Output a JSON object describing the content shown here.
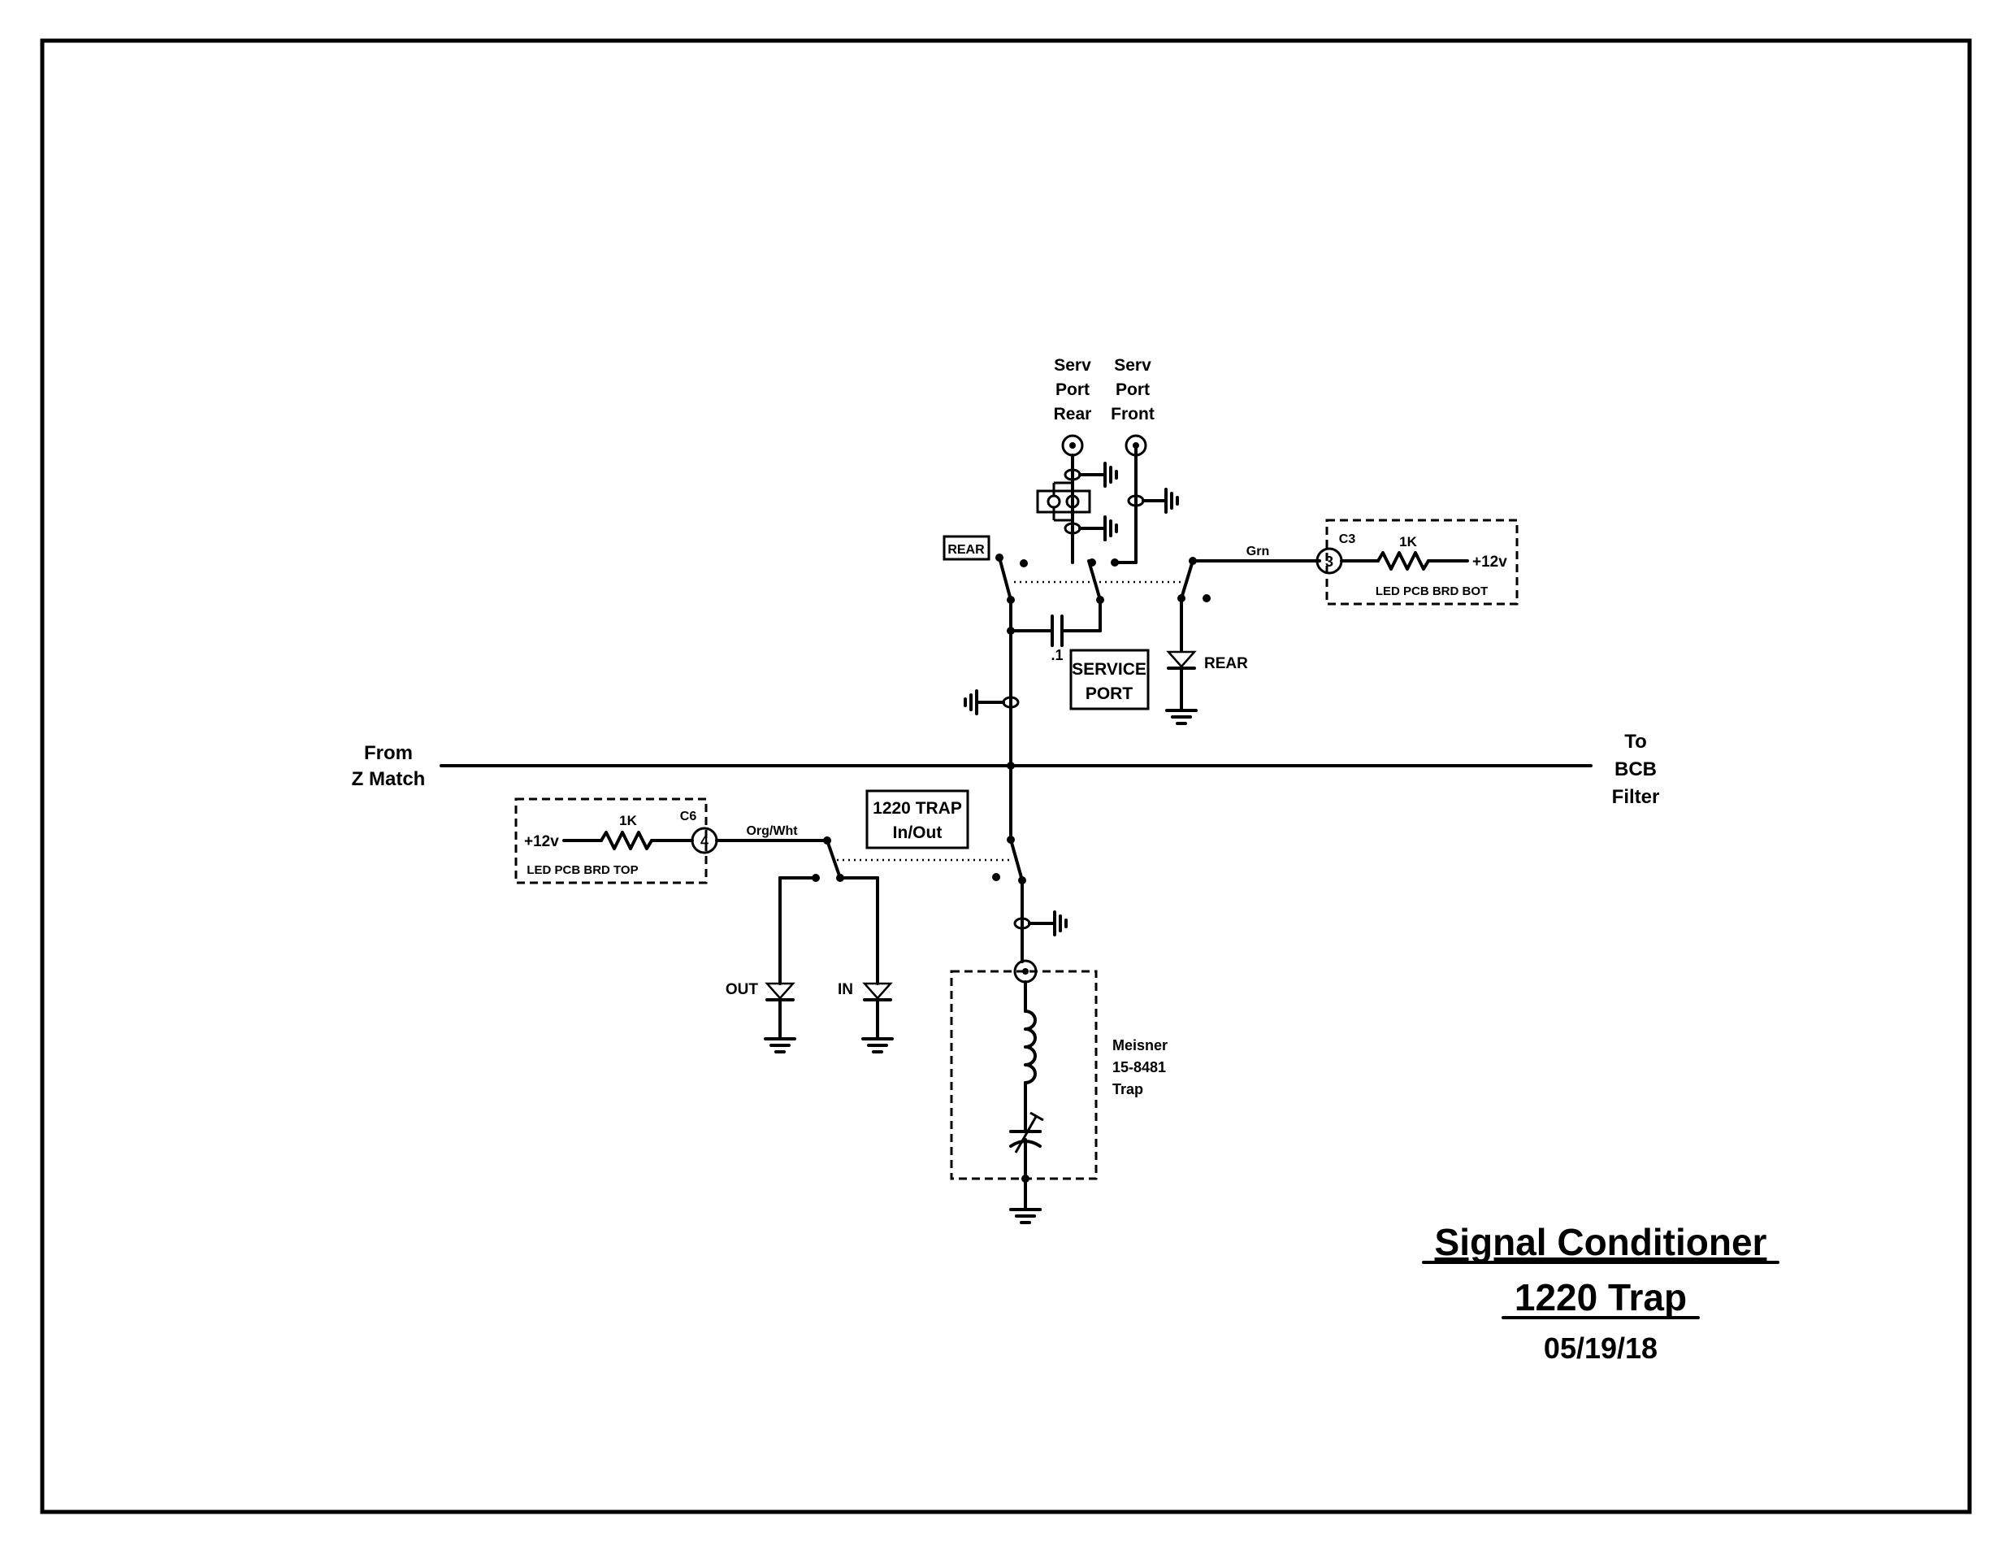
{
  "title": {
    "line1": "Signal Conditioner",
    "line2": "1220 Trap",
    "date": "05/19/18"
  },
  "io": {
    "from_line1": "From",
    "from_line2": "Z Match",
    "to_line1": "To",
    "to_line2": "BCB",
    "to_line3": "Filter"
  },
  "service_ports": {
    "rear_line1": "Serv",
    "rear_line2": "Port",
    "rear_line3": "Rear",
    "front_line1": "Serv",
    "front_line2": "Port",
    "front_line3": "Front"
  },
  "switch_labels": {
    "rear_tag": "REAR",
    "service_port_line1": "SERVICE",
    "service_port_line2": "PORT",
    "trap_line1": "1220 TRAP",
    "trap_line2": "In/Out"
  },
  "capacitor": {
    "value": ".1"
  },
  "led_bot": {
    "conn": "C3",
    "pin": "3",
    "resistor": "1K",
    "supply": "+12v",
    "board": "LED PCB BRD BOT",
    "wire": "Grn",
    "led_label": "REAR",
    "led_color": "#f2e200"
  },
  "led_top": {
    "conn": "C6",
    "pin": "4",
    "resistor": "1K",
    "supply": "+12v",
    "board": "LED PCB BRD TOP",
    "wire": "Org/Wht",
    "out_label": "OUT",
    "in_label": "IN",
    "out_color": "#e00000",
    "in_color": "#7fd000"
  },
  "trap": {
    "line1": "Meisner",
    "line2": "15-8481",
    "line3": "Trap"
  }
}
